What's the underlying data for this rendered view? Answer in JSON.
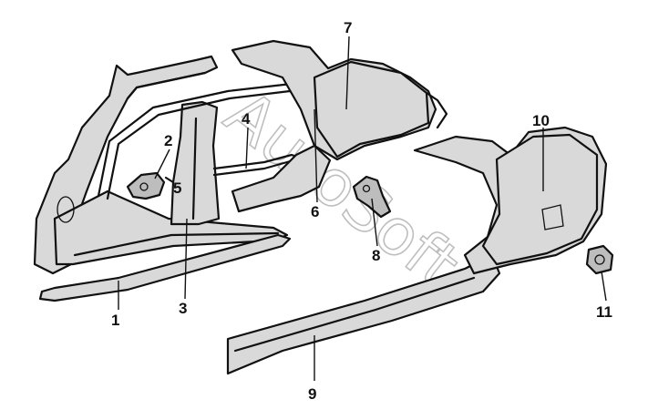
{
  "diagram": {
    "callouts": [
      {
        "id": "1",
        "label": "1"
      },
      {
        "id": "2",
        "label": "2"
      },
      {
        "id": "3",
        "label": "3"
      },
      {
        "id": "4",
        "label": "4"
      },
      {
        "id": "5",
        "label": "5"
      },
      {
        "id": "6",
        "label": "6"
      },
      {
        "id": "7",
        "label": "7"
      },
      {
        "id": "8",
        "label": "8"
      },
      {
        "id": "9",
        "label": "9"
      },
      {
        "id": "10",
        "label": "10"
      },
      {
        "id": "11",
        "label": "11"
      }
    ],
    "watermark": "AutoSoft"
  }
}
